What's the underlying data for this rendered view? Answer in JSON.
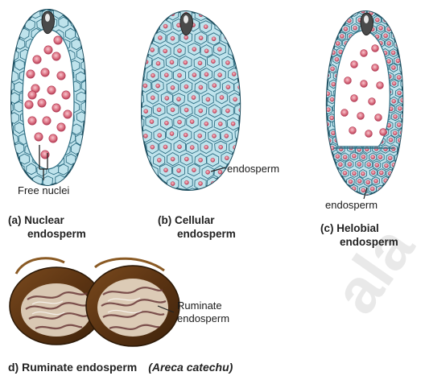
{
  "labels": {
    "free_nuclei": "Free nuclei",
    "endosperm_b": "endosperm",
    "endosperm_c": "endosperm",
    "ruminate_line1": "Ruminate",
    "ruminate_line2": "endosperm"
  },
  "captions": {
    "a": {
      "tag": "(a) Nuclear",
      "rest": "endosperm"
    },
    "b": {
      "tag": "(b) Cellular",
      "rest": "endosperm"
    },
    "c": {
      "tag": "(c) Helobial",
      "rest": "endosperm"
    },
    "d": {
      "text": "d) Ruminate endosperm",
      "species": "(Areca catechu)"
    }
  },
  "watermark": "ala",
  "colors": {
    "cell_fill": "#bfe3ec",
    "cell_stroke": "#2f6f84",
    "outline": "#1f4f60",
    "nucleus": "#e07a8a",
    "nucleus_core": "#b23a54",
    "watermark": "#d8d8d8"
  }
}
